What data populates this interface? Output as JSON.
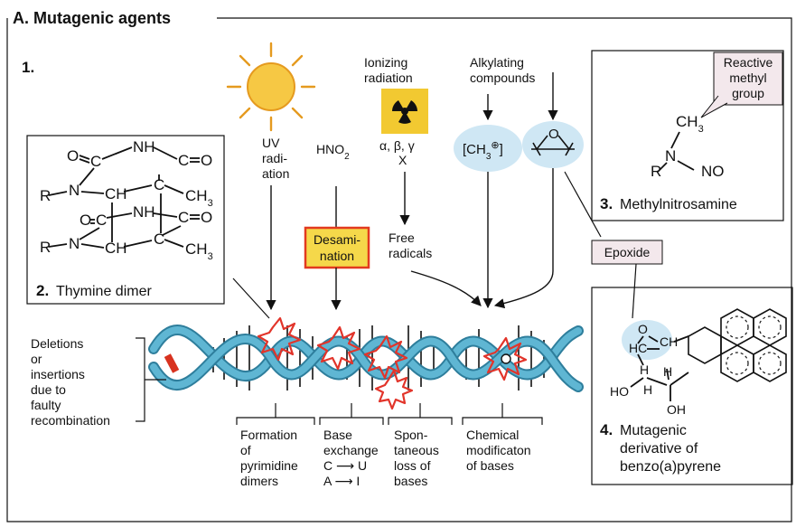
{
  "title": "A. Mutagenic agents",
  "panel_number": "1.",
  "agents": {
    "uv": [
      "UV",
      "radi-",
      "ation"
    ],
    "hno2": "HNO",
    "hno2_sub": "2",
    "ionizing": [
      "Ionizing",
      "radiation"
    ],
    "ionizing_types": "α, β, γ",
    "ionizing_x": "X",
    "alkylating": [
      "Alkylating",
      "compounds"
    ],
    "ch3_ion": "[CH",
    "ch3_sub": "3",
    "ch3_charge": "⊕",
    "ch3_close": "]",
    "desamination": [
      "Desami-",
      "nation"
    ],
    "free_radicals": [
      "Free",
      "radicals"
    ]
  },
  "colors": {
    "helix": "#5fb6d3",
    "helix_dark": "#2e7e9c",
    "bubble": "#cfe7f4",
    "desamination_fill": "#f5d84a",
    "desamination_border": "#e23a1f",
    "radiation_bg": "#f2c931",
    "damage": "#e2342a",
    "callout": "#f3e8ec",
    "bar_red": "#d8321f"
  },
  "thymine_dimer": {
    "number": "2.",
    "caption": "Thymine dimer",
    "atoms": {
      "o": "O",
      "nh": "NH",
      "c": "C",
      "r": "R",
      "n": "N",
      "ch": "CH",
      "ch3": "CH"
    },
    "ch3_sub": "3"
  },
  "methylnitrosamine": {
    "number": "3.",
    "caption": "Methylnitrosamine",
    "callout": [
      "Reactive",
      "methyl",
      "group"
    ],
    "ch3": "CH",
    "ch3_sub": "3",
    "r": "R",
    "n": "N",
    "no": "NO"
  },
  "benzopyrene": {
    "number": "4.",
    "caption": [
      "Mutagenic",
      "derivative of",
      "benzo(a)pyrene"
    ],
    "epoxide": "Epoxide",
    "o": "O",
    "hc": "HC",
    "ch": "CH",
    "h": "H",
    "ho": "HO",
    "oh": "OH"
  },
  "deletions_label": [
    "Deletions",
    "or",
    "insertions",
    "due to",
    "faulty",
    "recombination"
  ],
  "effects": [
    [
      "Formation",
      "of",
      "pyrimidine",
      "dimers"
    ],
    [
      "Base",
      "exchange",
      "C ⟶ U",
      "A ⟶ I"
    ],
    [
      "Spon-",
      "taneous",
      "loss of",
      "bases"
    ],
    [
      "Chemical",
      "modificaton",
      "of bases"
    ]
  ]
}
